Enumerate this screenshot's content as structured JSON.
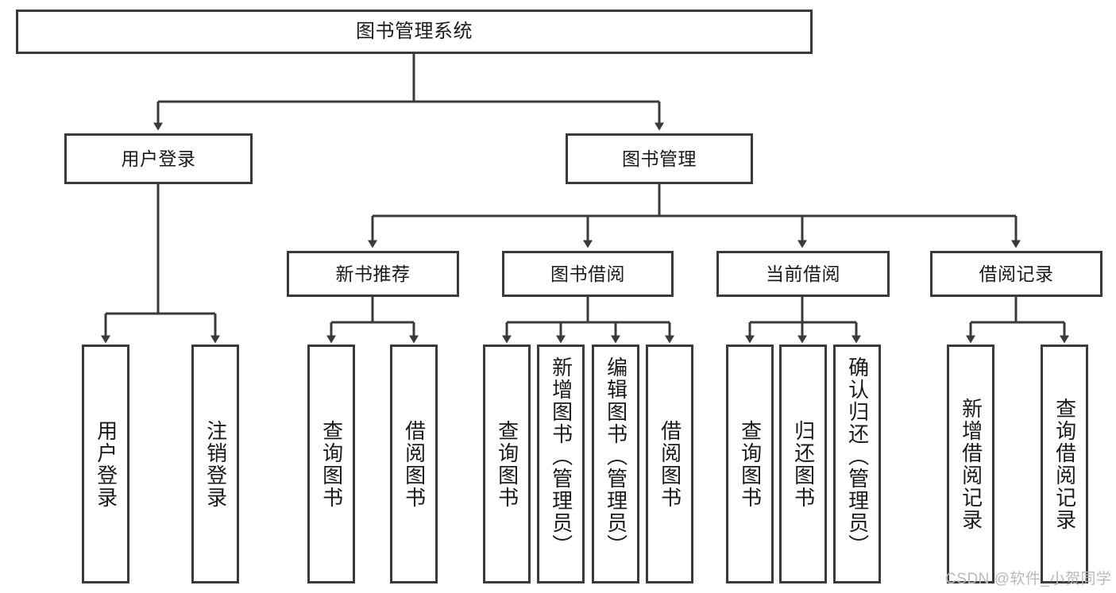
{
  "diagram": {
    "title": "图书管理系统",
    "type": "功能结构图",
    "style": {
      "box_border_color": "#3a3a3a",
      "box_fill_color": "#ffffff",
      "line_color": "#3a3a3a",
      "text_color": "#1a1a1a",
      "background": "#ffffff"
    },
    "nodes": {
      "root": {
        "label": "图书管理系统"
      },
      "level2": [
        {
          "id": "user-login",
          "label": "用户登录"
        },
        {
          "id": "book-manage",
          "label": "图书管理"
        }
      ],
      "level3": [
        {
          "id": "new-book-recommend",
          "label": "新书推荐"
        },
        {
          "id": "book-borrow",
          "label": "图书借阅"
        },
        {
          "id": "current-borrow",
          "label": "当前借阅"
        },
        {
          "id": "borrow-record",
          "label": "借阅记录"
        }
      ],
      "leaves": {
        "user_login": [
          {
            "id": "leaf-user-login",
            "label": "用户登录"
          },
          {
            "id": "leaf-logout-login",
            "label": "注销登录"
          }
        ],
        "new_book_recommend": [
          {
            "id": "leaf-query-book-1",
            "label": "查询图书"
          },
          {
            "id": "leaf-borrow-book-1",
            "label": "借阅图书"
          }
        ],
        "book_borrow": [
          {
            "id": "leaf-query-book-2",
            "label": "查询图书"
          },
          {
            "id": "leaf-add-book",
            "label": "新增图书（管理员）"
          },
          {
            "id": "leaf-edit-book",
            "label": "编辑图书（管理员）"
          },
          {
            "id": "leaf-borrow-book-2",
            "label": "借阅图书"
          }
        ],
        "current_borrow": [
          {
            "id": "leaf-query-book-3",
            "label": "查询图书"
          },
          {
            "id": "leaf-return-book",
            "label": "归还图书"
          },
          {
            "id": "leaf-confirm-return",
            "label": "确认归还（管理员）"
          }
        ],
        "borrow_record": [
          {
            "id": "leaf-add-record",
            "label": "新增借阅记录"
          },
          {
            "id": "leaf-query-record",
            "label": "查询借阅记录"
          }
        ]
      }
    }
  },
  "watermark": {
    "text": "CSDN @软件_小贺同学"
  }
}
